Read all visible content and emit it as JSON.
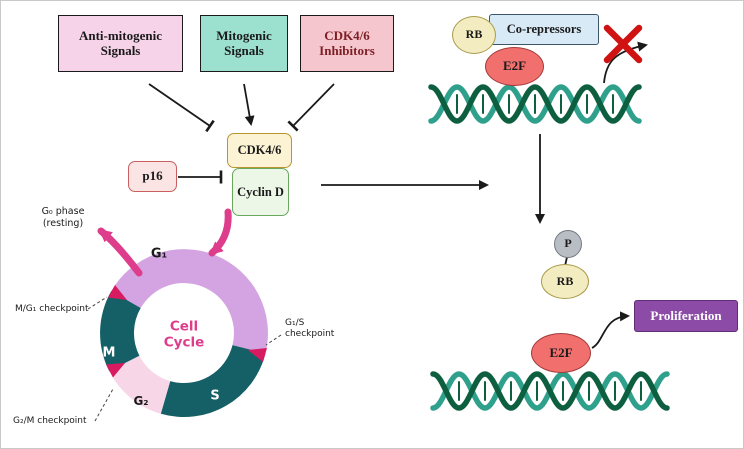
{
  "colors": {
    "magenta": "#dd3d8b",
    "ring_g1": "#d4a3e2",
    "ring_s": "#156066",
    "ring_m": "#156066",
    "ring_g2": "#f7d6e7",
    "checkpoint_notch": "#d81b60",
    "dna_dark_green": "#0d5f40",
    "dna_teal": "#2fa08c",
    "e2f_fill": "#f1706e",
    "rb_fill": "#f3ecc0",
    "p_fill": "#b9bdc4",
    "corepressors_fill": "#d8eaf6",
    "proliferation_fill": "#8c4ba6",
    "anti_mitogenic_fill": "#f7d3e9",
    "mitogenic_fill": "#9ce0d0",
    "inhibitors_fill": "#f6c6ce",
    "p16_fill": "#fbe4e4",
    "cdk46_fill": "#fbf3d3",
    "cyclin_d_fill": "#edf7e7",
    "block_x": "#d01212"
  },
  "signal_boxes": {
    "anti_mitogenic": {
      "label": "Anti-mitogenic Signals"
    },
    "mitogenic": {
      "label": "Mitogenic Signals"
    },
    "cdk46_inhibitors": {
      "label": "CDK4/6 Inhibitors"
    }
  },
  "complex": {
    "p16": "p16",
    "cdk46": "CDK4/6",
    "cyclin_d": "Cyclin D"
  },
  "cell_cycle": {
    "title_line1": "Cell",
    "title_line2": "Cycle",
    "g0_line1": "G₀ phase",
    "g0_line2": "(resting)",
    "phases": {
      "g1": "G₁",
      "s": "S",
      "g2": "G₂",
      "m": "M"
    },
    "checkpoints": {
      "m_g1": "M/G₁ checkpoint",
      "g1_s_line1": "G₁/S",
      "g1_s_line2": "checkpoint",
      "g2_m": "G₂/M checkpoint"
    }
  },
  "repression": {
    "rb": "RB",
    "corepressors": "Co-repressors",
    "e2f": "E2F"
  },
  "activation": {
    "p": "P",
    "rb": "RB",
    "e2f": "E2F",
    "proliferation": "Proliferation"
  }
}
